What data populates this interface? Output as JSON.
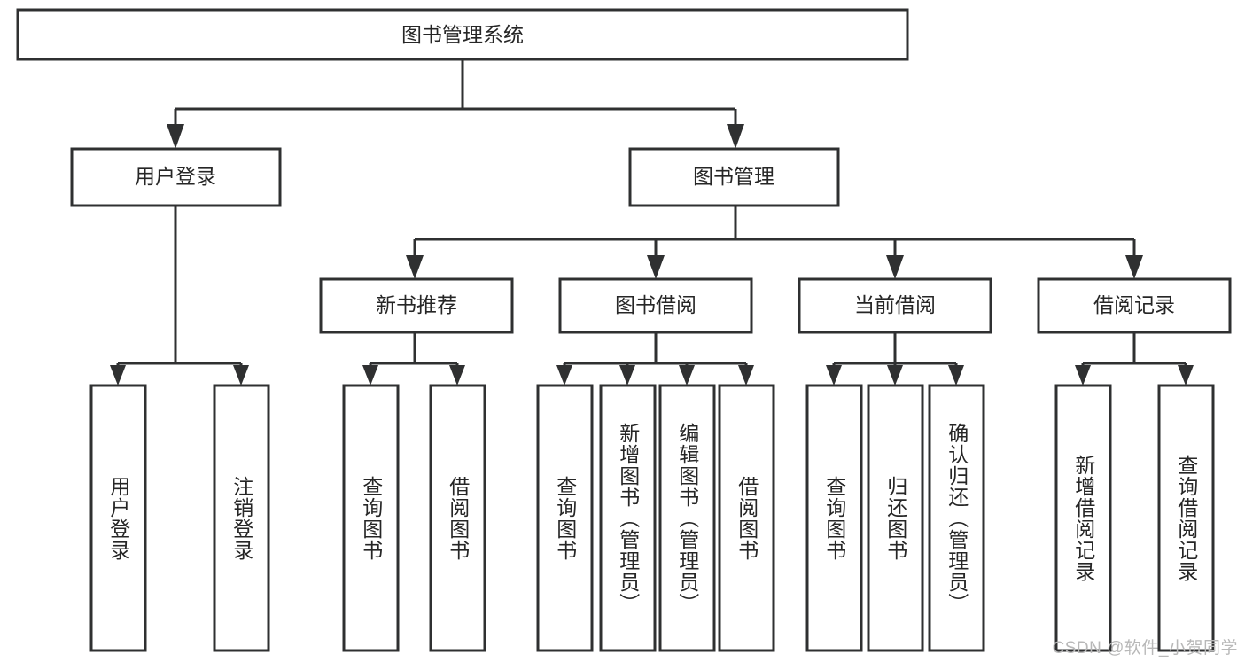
{
  "diagram": {
    "type": "tree",
    "title": "图书管理系统",
    "root": {
      "id": "root",
      "label": "图书管理系统",
      "orientation": "horizontal"
    },
    "level2": [
      {
        "id": "user-login",
        "label": "用户登录",
        "orientation": "horizontal"
      },
      {
        "id": "book-manage",
        "label": "图书管理",
        "orientation": "horizontal"
      }
    ],
    "level3": [
      {
        "id": "new-book-recommend",
        "label": "新书推荐",
        "orientation": "horizontal",
        "parent": "book-manage"
      },
      {
        "id": "book-borrow",
        "label": "图书借阅",
        "orientation": "horizontal",
        "parent": "book-manage"
      },
      {
        "id": "current-borrow",
        "label": "当前借阅",
        "orientation": "horizontal",
        "parent": "book-manage"
      },
      {
        "id": "borrow-record",
        "label": "借阅记录",
        "orientation": "horizontal",
        "parent": "book-manage"
      }
    ],
    "leaves": [
      {
        "id": "leaf-user-login",
        "label": "用户登录",
        "orientation": "vertical",
        "parent": "user-login"
      },
      {
        "id": "leaf-user-logout",
        "label": "注销登录",
        "orientation": "vertical",
        "parent": "user-login"
      },
      {
        "id": "leaf-query-book-1",
        "label": "查询图书",
        "orientation": "vertical",
        "parent": "new-book-recommend"
      },
      {
        "id": "leaf-borrow-book-1",
        "label": "借阅图书",
        "orientation": "vertical",
        "parent": "new-book-recommend"
      },
      {
        "id": "leaf-query-book-2",
        "label": "查询图书",
        "orientation": "vertical",
        "parent": "book-borrow"
      },
      {
        "id": "leaf-add-book",
        "label": "新增图书（管理员）",
        "orientation": "vertical",
        "parent": "book-borrow"
      },
      {
        "id": "leaf-edit-book",
        "label": "编辑图书（管理员）",
        "orientation": "vertical",
        "parent": "book-borrow"
      },
      {
        "id": "leaf-borrow-book-2",
        "label": "借阅图书",
        "orientation": "vertical",
        "parent": "book-borrow"
      },
      {
        "id": "leaf-query-book-3",
        "label": "查询图书",
        "orientation": "vertical",
        "parent": "current-borrow"
      },
      {
        "id": "leaf-return-book",
        "label": "归还图书",
        "orientation": "vertical",
        "parent": "current-borrow"
      },
      {
        "id": "leaf-confirm-return",
        "label": "确认归还（管理员）",
        "orientation": "vertical",
        "parent": "current-borrow"
      },
      {
        "id": "leaf-add-record",
        "label": "新增借阅记录",
        "orientation": "vertical",
        "parent": "borrow-record"
      },
      {
        "id": "leaf-query-record",
        "label": "查询借阅记录",
        "orientation": "vertical",
        "parent": "borrow-record"
      }
    ],
    "colors": {
      "stroke": "#2f3031",
      "fill": "#ffffff",
      "text": "#262626",
      "background": "#ffffff",
      "watermark": "#b8b8b8"
    }
  },
  "watermark": {
    "text": "CSDN @软件_小贺同学"
  }
}
